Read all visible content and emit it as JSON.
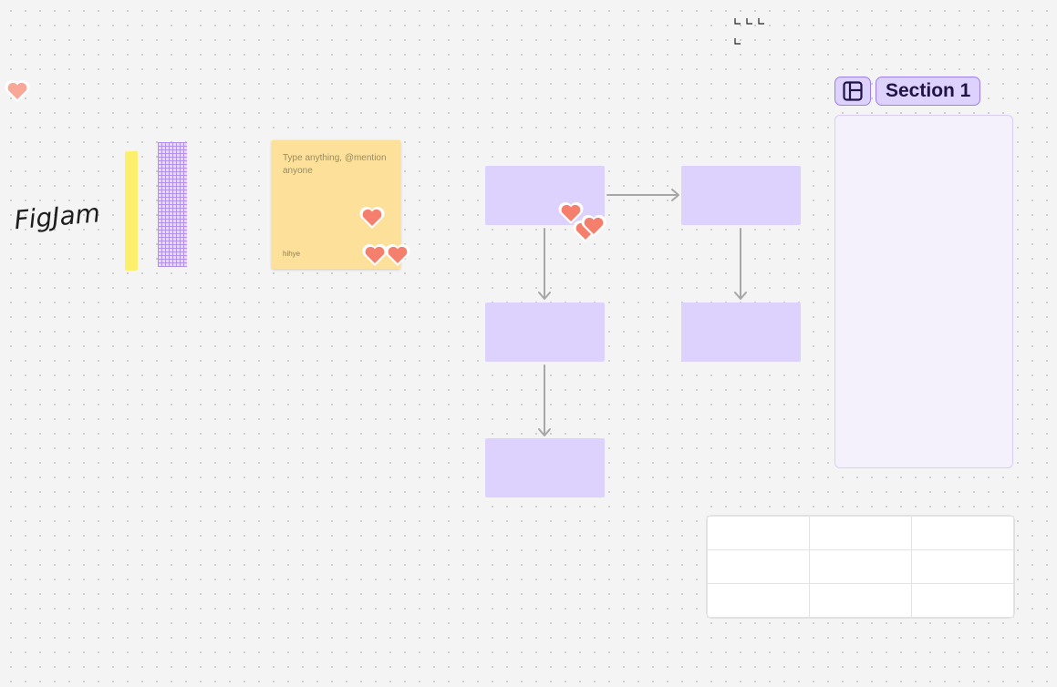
{
  "canvas": {
    "handwriting": "FigJam",
    "sticky_note": {
      "placeholder": "Type anything, @mention anyone",
      "author": "hihye"
    },
    "section": {
      "label": "Section 1",
      "icon": "section-frame-icon"
    },
    "table": {
      "rows": 3,
      "columns": 3,
      "cells": [
        [
          "",
          "",
          ""
        ],
        [
          "",
          "",
          ""
        ],
        [
          "",
          "",
          ""
        ]
      ]
    },
    "colors": {
      "background": "#f4f4f4",
      "shape_fill": "#ddd1fd",
      "sticky_fill": "#fde19a",
      "heart_fill": "#f47f6c",
      "washi_yellow": "#fbef6b",
      "washi_purple": "#c7a6ff",
      "section_border": "#9c7ef0"
    }
  }
}
